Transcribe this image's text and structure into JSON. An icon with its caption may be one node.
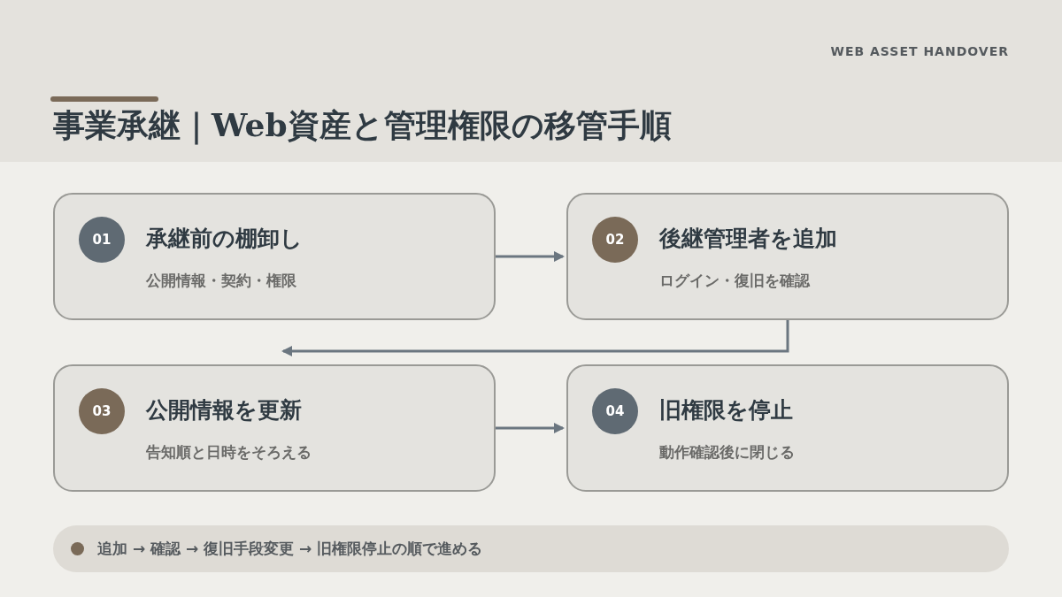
{
  "diagram": {
    "title": "事業承継｜Web資産と管理権限の移管手順",
    "nodes": [
      {
        "text": [
          "承継前の棚卸し",
          "公開情報・契約・権限"
        ]
      },
      {
        "text": [
          "01"
        ],
        "in": 0
      },
      {
        "text": [
          "後継管理者を追加",
          "ログイン・復旧を確認"
        ]
      },
      {
        "text": [
          "02"
        ],
        "in": 2
      },
      {
        "text": [
          "公開情報を更新",
          "告知順と日時をそろえる"
        ]
      },
      {
        "text": [
          "03"
        ],
        "in": 4
      },
      {
        "text": [
          "旧権限を停止",
          "動作確認後に閉じる"
        ]
      },
      {
        "text": [
          "04"
        ],
        "in": 6
      },
      {
        "text": [
          "追加 → 確認 → 復旧手段変更 → 旧権限停止の順で進める"
        ]
      }
    ],
    "edges": [
      {
        "from": 0,
        "to": 2,
        "arrow": "to"
      },
      {
        "from": 2,
        "to": 4,
        "arrow": "to"
      },
      {
        "from": 4,
        "to": 6,
        "arrow": "to"
      }
    ],
    "labels": [
      "WEB ASSET HANDOVER"
    ]
  }
}
